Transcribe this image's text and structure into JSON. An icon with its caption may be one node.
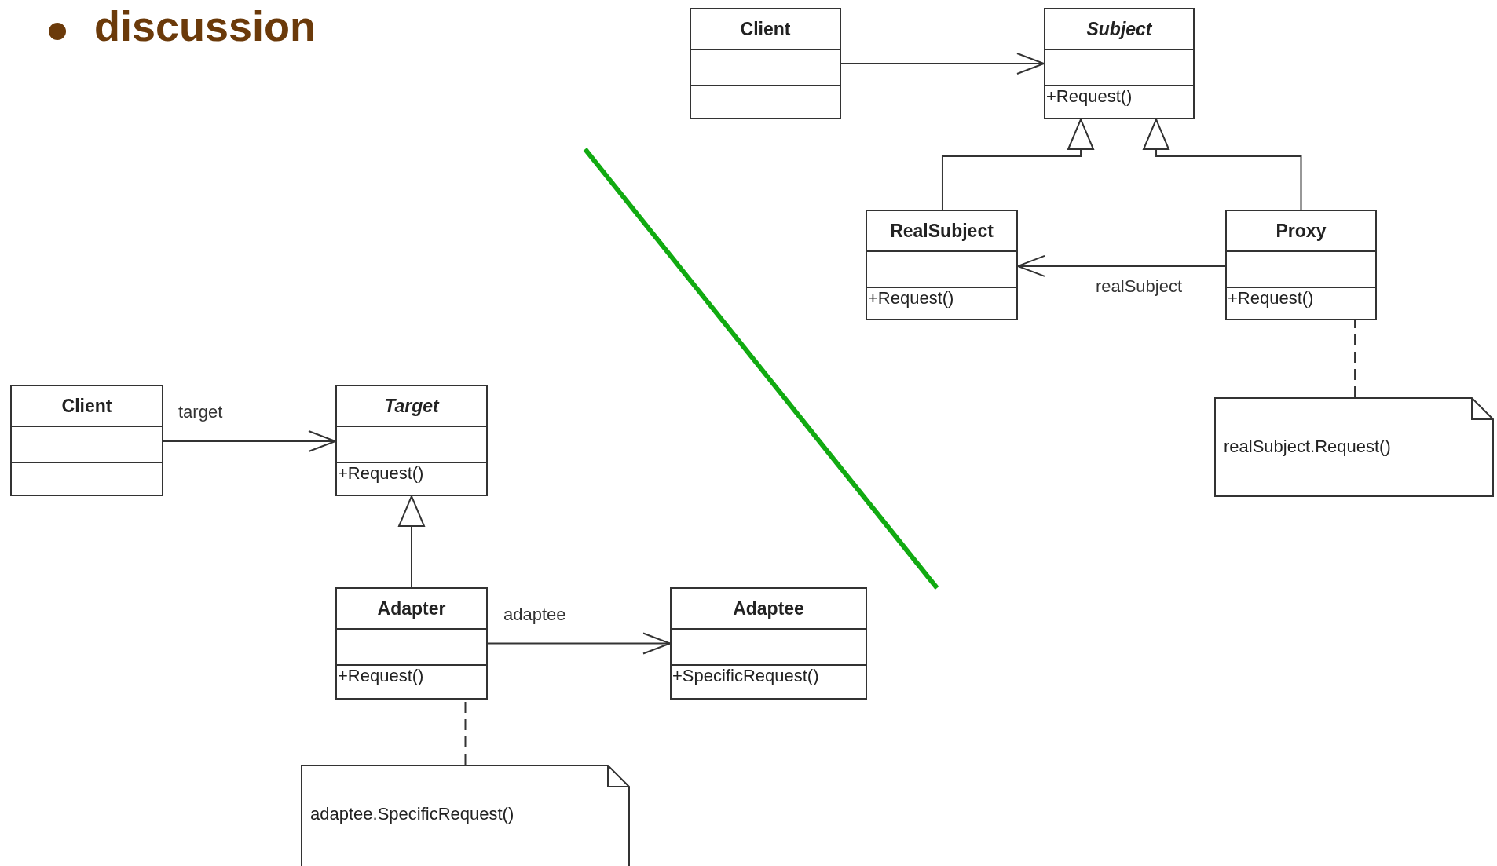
{
  "diagram": {
    "title": "discussion",
    "nodes": [
      {
        "text": [
          "Client"
        ]
      },
      {
        "text": [
          "Subject",
          "+Request()"
        ]
      },
      {
        "text": [
          "RealSubject",
          "+Request()"
        ]
      },
      {
        "text": [
          "Proxy",
          "+Request()"
        ]
      },
      {
        "text": [
          "realSubject.Request()"
        ]
      },
      {
        "text": [
          "Client"
        ]
      },
      {
        "text": [
          "Target",
          "+Request()"
        ]
      },
      {
        "text": [
          "Adapter",
          "+Request()"
        ]
      },
      {
        "text": [
          "Adaptee",
          "+SpecificRequest()"
        ]
      },
      {
        "text": [
          "adaptee.SpecificRequest()"
        ]
      }
    ],
    "edges": [
      {
        "from": 0,
        "to": 1,
        "arrow": "to"
      },
      {
        "from": 2,
        "to": 1,
        "arrow": "to"
      },
      {
        "from": 3,
        "to": 1,
        "arrow": "to"
      },
      {
        "from": 3,
        "to": 2,
        "arrow": "to",
        "label": "realSubject"
      },
      {
        "from": 4,
        "to": 3,
        "arrow": "none",
        "style": "dashed"
      },
      {
        "from": 5,
        "to": 6,
        "arrow": "to",
        "label": "target"
      },
      {
        "from": 7,
        "to": 6,
        "arrow": "to"
      },
      {
        "from": 7,
        "to": 8,
        "arrow": "to",
        "label": "adaptee"
      },
      {
        "from": 9,
        "to": 7,
        "arrow": "none",
        "style": "dashed"
      }
    ]
  }
}
